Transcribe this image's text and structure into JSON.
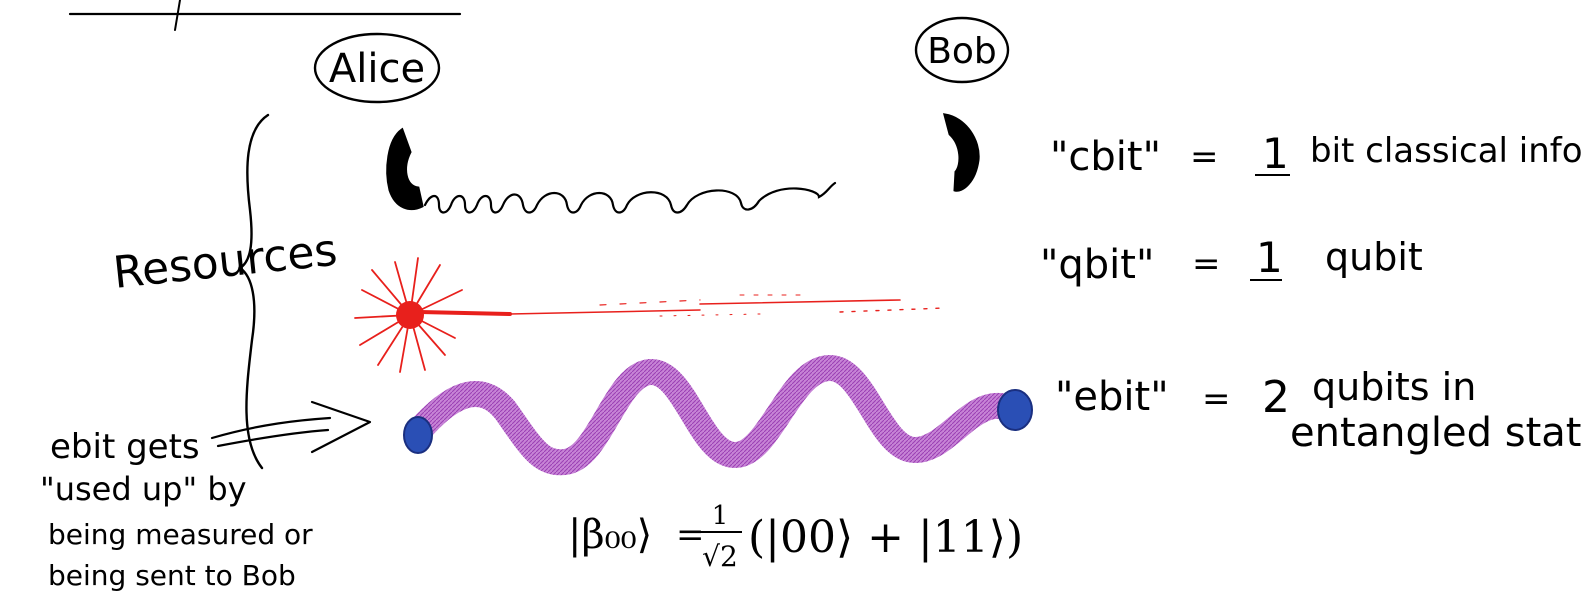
{
  "people": {
    "alice": "Alice",
    "bob": "Bob"
  },
  "resources_label": "Resources",
  "definitions": {
    "cbit": {
      "term": "\"cbit\"",
      "equals": "=",
      "value": "1",
      "rest": "bit classical info"
    },
    "qbit": {
      "term": "\"qbit\"",
      "equals": "=",
      "value": "1",
      "rest": "qubit"
    },
    "ebit": {
      "term": "\"ebit\"",
      "equals": "=",
      "value": "2",
      "rest_line1": "qubits in",
      "rest_line2": "entangled state"
    }
  },
  "annotation": {
    "line1": "ebit gets",
    "line2": "\"used up\" by",
    "line3": "being measured or",
    "line4": "being sent to Bob"
  },
  "formula": {
    "lhs": "|β₀₀⟩",
    "equals": "=",
    "frac_num": "1",
    "frac_den": "√2",
    "rhs": "(|00⟩ + |11⟩)"
  },
  "colors": {
    "ink": "#000000",
    "qubit_red": "#e8201c",
    "ebit_purple": "#b05cc8",
    "ebit_dot_blue": "#2a4fb5"
  },
  "icons": {
    "cbit": "telephone-cord-icon",
    "qbit": "light-photon-icon",
    "ebit": "entangled-wave-icon"
  }
}
